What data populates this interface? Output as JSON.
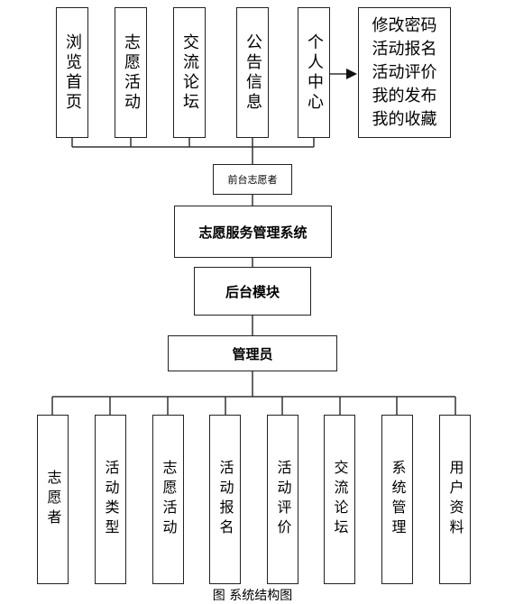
{
  "front": {
    "items": [
      "浏览首页",
      "志愿活动",
      "交流论坛",
      "公告信息",
      "个人中心"
    ],
    "personal_center_items": [
      "修改密码",
      "活动报名",
      "活动评价",
      "我的发布",
      "我的收藏"
    ],
    "label": "前台志愿者"
  },
  "system": {
    "label": "志愿服务管理系统"
  },
  "backend": {
    "label": "后台模块"
  },
  "admin": {
    "label": "管理员",
    "items": [
      "志愿者",
      "活动类型",
      "志愿活动",
      "活动报名",
      "活动评价",
      "交流论坛",
      "系统管理",
      "用户资料"
    ]
  },
  "caption": "图    系统结构图"
}
